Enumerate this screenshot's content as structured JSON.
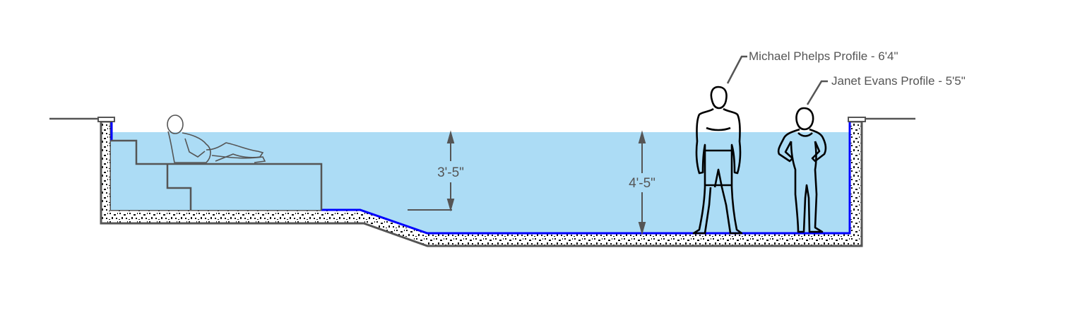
{
  "dimensions": {
    "shallow_depth": "3'-5\"",
    "deep_depth": "4'-5\""
  },
  "callouts": {
    "michael": "Michael Phelps Profile - 6'4\"",
    "janet": "Janet Evans Profile - 5'5\""
  },
  "colors": {
    "water": "#acdcf5",
    "waterline": "#0000ff",
    "line": "#555555",
    "figure": "#000000"
  }
}
